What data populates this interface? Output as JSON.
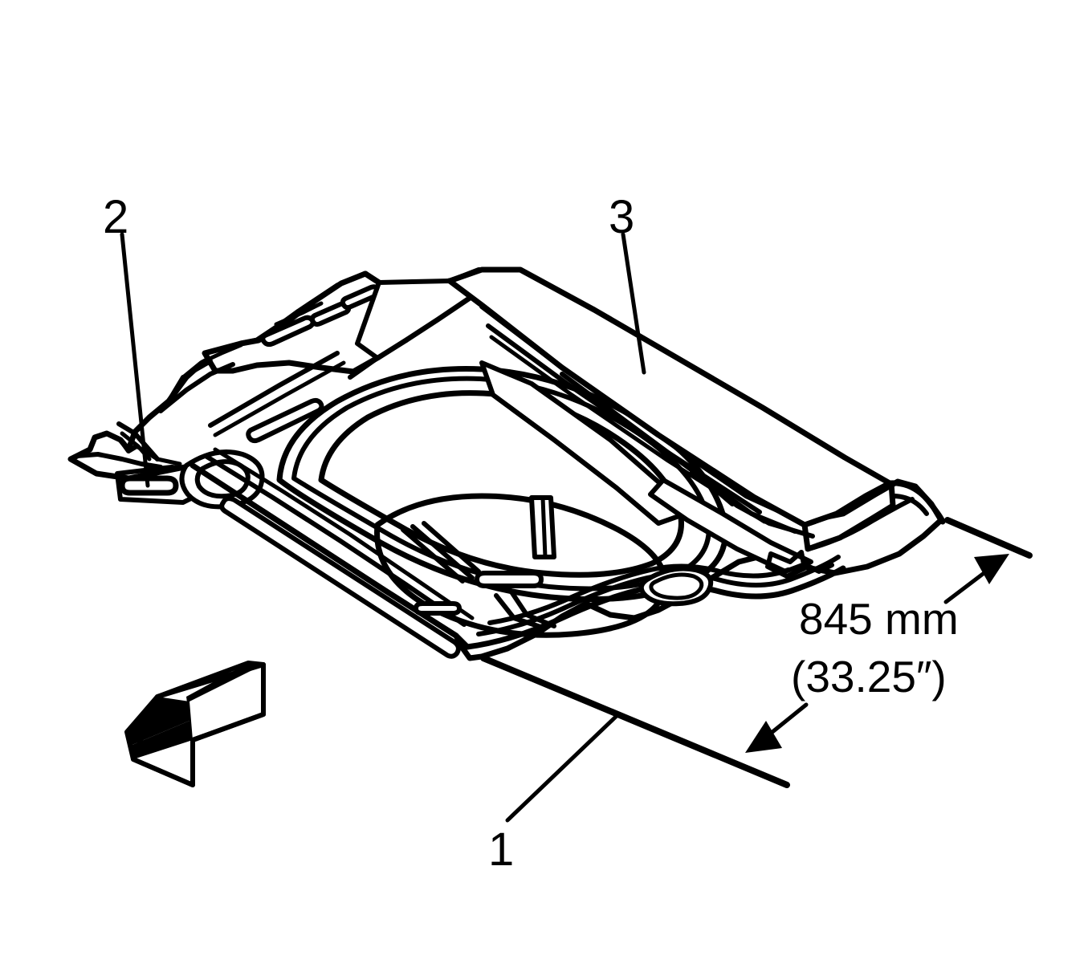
{
  "figure": {
    "kind": "technical-line-drawing",
    "subject": "rear floor pan with spare tire well",
    "view": "isometric",
    "background_color": "#ffffff",
    "line_color": "#000000"
  },
  "callouts": [
    {
      "id": "1",
      "label": "1",
      "points_to": "lower panel edge / dimension reference line"
    },
    {
      "id": "2",
      "label": "2",
      "points_to": "locating slot at left front corner"
    },
    {
      "id": "3",
      "label": "3",
      "points_to": "right side rail reinforcement"
    }
  ],
  "dimension": {
    "metric": "845 mm",
    "imperial": "(33.25″)",
    "value_mm": 845,
    "value_in": 33.25,
    "orientation": "diagonal, double-headed"
  },
  "direction_indicator": {
    "name": "vehicle-forward-arrow",
    "description": "3D block arrow pointing down-left",
    "label": ""
  }
}
